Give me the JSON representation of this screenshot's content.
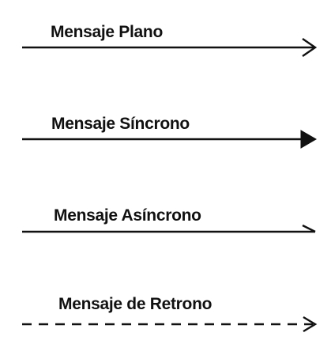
{
  "messages": [
    {
      "label": "Mensaje Plano",
      "style": "solid",
      "head": "open"
    },
    {
      "label": "Mensaje Síncrono",
      "style": "solid",
      "head": "filled"
    },
    {
      "label": "Mensaje Asíncrono",
      "style": "solid",
      "head": "half"
    },
    {
      "label": "Mensaje de Retrono",
      "style": "dashed",
      "head": "open"
    }
  ],
  "colors": {
    "line": "#111111",
    "text": "#111111",
    "background": "#ffffff"
  }
}
